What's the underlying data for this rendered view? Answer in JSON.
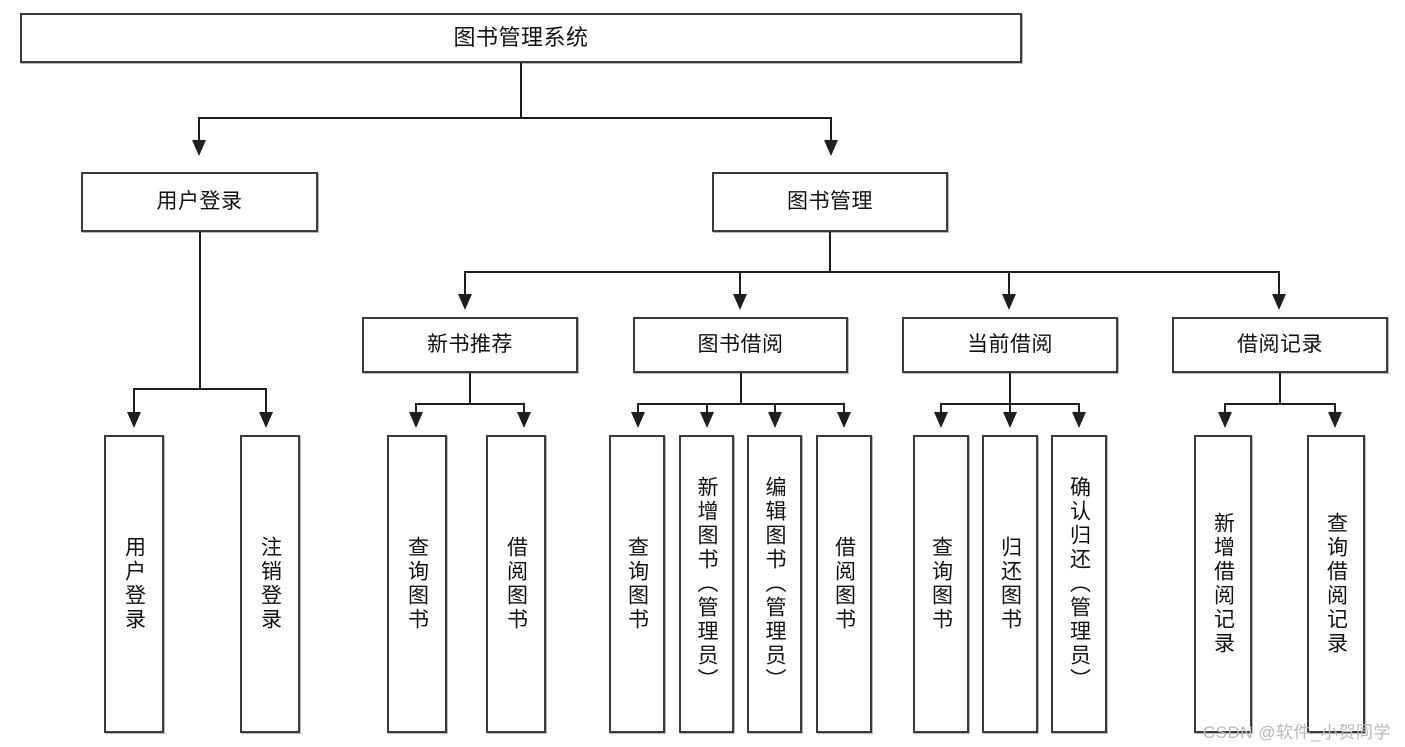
{
  "diagram": {
    "title": "图书管理系统",
    "type": "functional-structure-tree",
    "watermark": "CSDN @软件_小贺同学"
  },
  "nodes": {
    "root": {
      "label": "图书管理系统"
    },
    "level2": [
      {
        "label": "用户登录"
      },
      {
        "label": "图书管理"
      }
    ],
    "level3": [
      {
        "label": "新书推荐"
      },
      {
        "label": "图书借阅"
      },
      {
        "label": "当前借阅"
      },
      {
        "label": "借阅记录"
      }
    ],
    "leaves": [
      {
        "label": "用户登录"
      },
      {
        "label": "注销登录"
      },
      {
        "label": "查询图书"
      },
      {
        "label": "借阅图书"
      },
      {
        "label": "查询图书"
      },
      {
        "label": "新增图书（管理员）"
      },
      {
        "label": "编辑图书（管理员）"
      },
      {
        "label": "借阅图书"
      },
      {
        "label": "查询图书"
      },
      {
        "label": "归还图书"
      },
      {
        "label": "确认归还（管理员）"
      },
      {
        "label": "新增借阅记录"
      },
      {
        "label": "查询借阅记录"
      }
    ]
  },
  "colors": {
    "border": "#3a3a3a",
    "line": "#1e1e1e",
    "background": "#ffffff",
    "text": "#111111",
    "watermark": "#b9b9b9"
  }
}
